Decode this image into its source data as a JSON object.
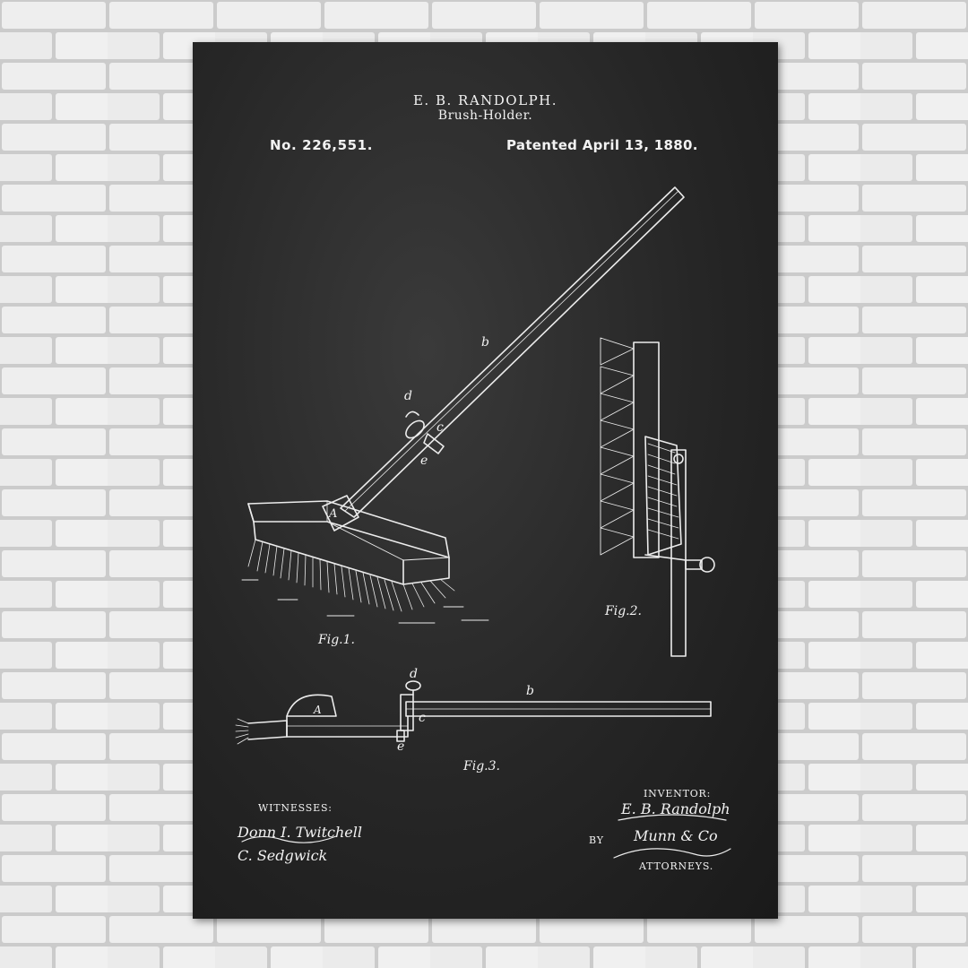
{
  "poster": {
    "inventor_name": "E. B. RANDOLPH.",
    "invention_title": "Brush-Holder.",
    "patent_number": "No. 226,551.",
    "patent_date": "Patented April 13, 1880."
  },
  "figures": {
    "fig1_label": "Fig.1.",
    "fig2_label": "Fig.2.",
    "fig3_label": "Fig.3."
  },
  "reference_letters": {
    "fig1_b": "b",
    "fig1_d": "d",
    "fig1_c": "c",
    "fig1_e": "e",
    "fig1_a": "A",
    "fig3_d": "d",
    "fig3_b": "b",
    "fig3_c": "c",
    "fig3_e": "e",
    "fig3_a": "A"
  },
  "signatures": {
    "witnesses_label": "WITNESSES:",
    "witness_1": "Donn I. Twitchell",
    "witness_2": "C. Sedgwick",
    "inventor_label": "INVENTOR:",
    "inventor_signature": "E. B. Randolph",
    "by_label": "BY",
    "attorney_signature": "Munn & Co",
    "attorneys_label": "ATTORNEYS."
  },
  "colors": {
    "chalkboard": "#262626",
    "chalk": "#f2f2f2",
    "brick": "#ececec",
    "mortar": "#c9c9c9"
  }
}
